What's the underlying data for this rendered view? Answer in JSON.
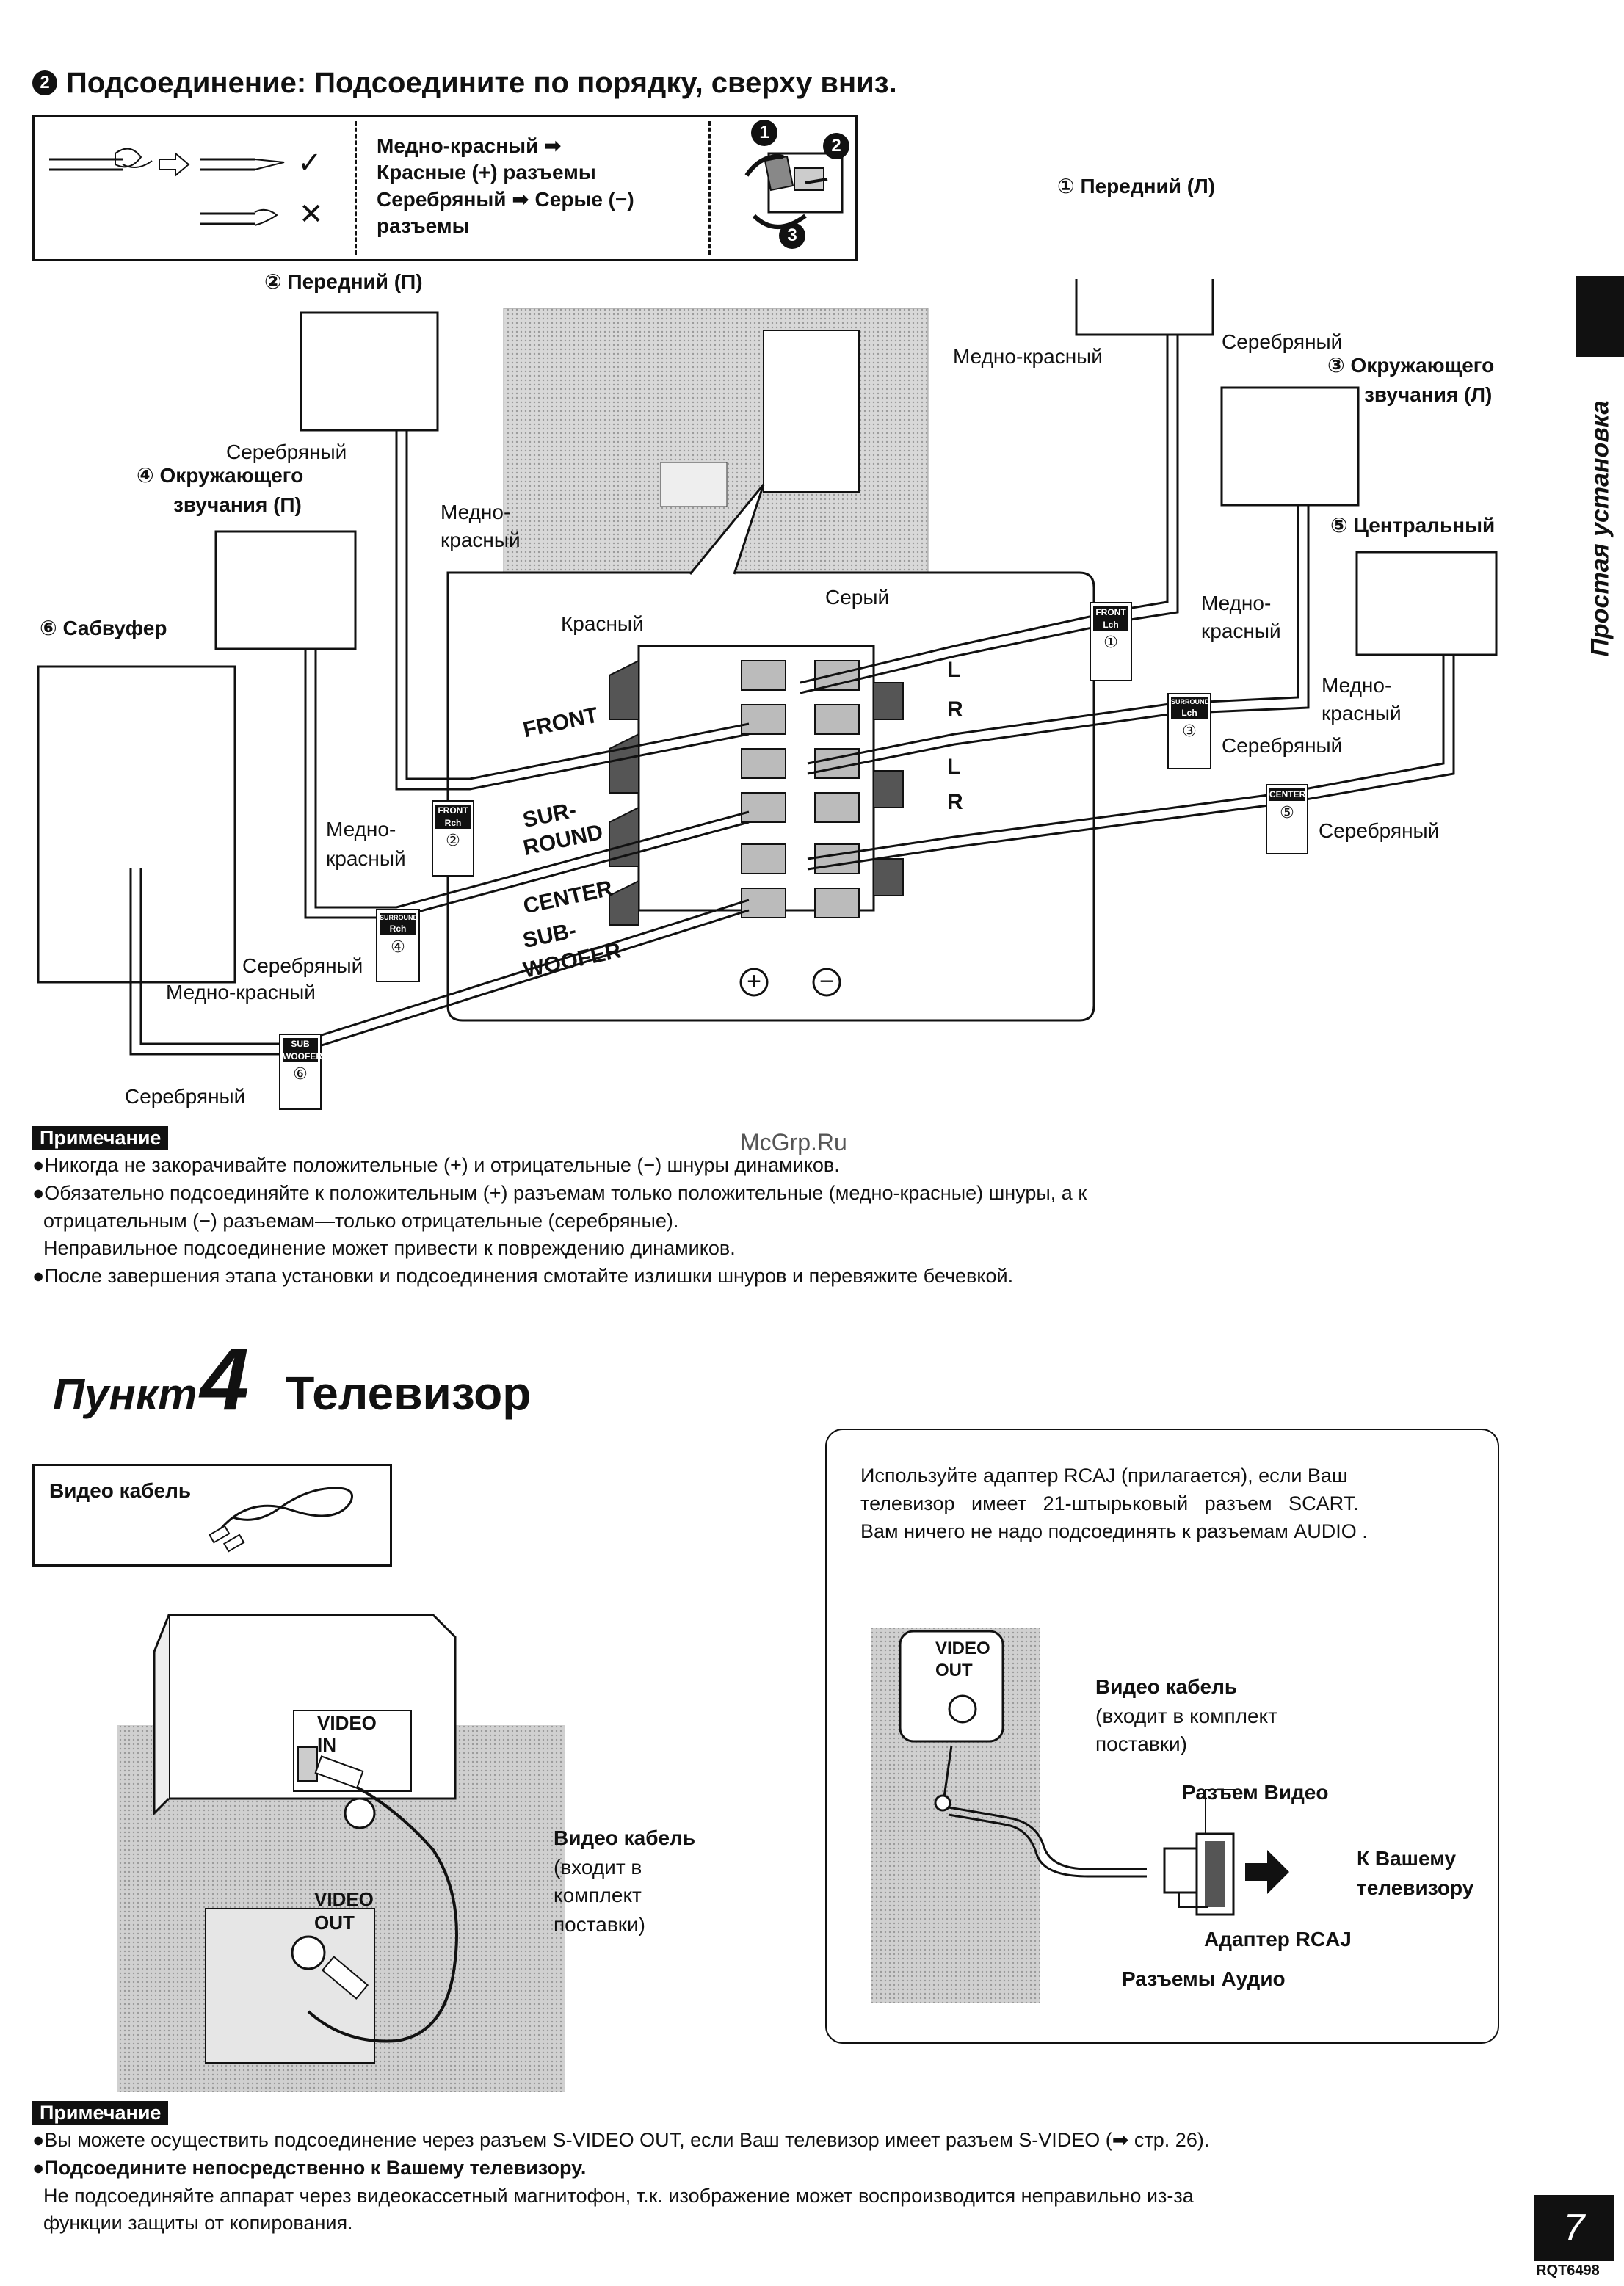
{
  "header": {
    "step_badge": "2",
    "title": "Подсоединение: Подсоедините по порядку, сверху вниз."
  },
  "instructions_box": {
    "line1": "Медно-красный ➡",
    "line2": "Красные (+) разъемы",
    "line3": "Серебряный ➡ Серые (−)",
    "line4": "разъемы",
    "check": "✓",
    "cross": "✕",
    "step_numbers": [
      "1",
      "2",
      "3"
    ]
  },
  "side_tab": "Простая установка",
  "speakers": {
    "front_left": "① Передний (Л)",
    "front_right": "② Передний (П)",
    "surround_left_1": "③ Окружающего",
    "surround_left_2": "звучания (Л)",
    "surround_right_1": "④ Окружающего",
    "surround_right_2": "звучания (П)",
    "center": "⑤ Центральный",
    "subwoofer": "⑥ Сабвуфер"
  },
  "wire_labels": {
    "copper": "Медно-красный",
    "copper_1": "Медно-",
    "copper_2": "красный",
    "silver": "Серебряный",
    "red": "Красный",
    "gray": "Серый"
  },
  "terminal_labels": {
    "front": "FRONT",
    "surround_1": "SUR-",
    "surround_2": "ROUND",
    "center": "CENTER",
    "subwoofer_1": "SUB-",
    "subwoofer_2": "WOOFER",
    "L": "L",
    "R": "R",
    "plus": "+",
    "minus": "−"
  },
  "cable_tags": {
    "front_lch": [
      "FRONT",
      "Lch",
      "①"
    ],
    "front_rch": [
      "FRONT",
      "Rch",
      "②"
    ],
    "surround_lch": [
      "SURROUND",
      "Lch",
      "③"
    ],
    "surround_rch": [
      "SURROUND",
      "Rch",
      "④"
    ],
    "center": [
      "CENTER",
      "",
      "⑤"
    ],
    "subwoofer": [
      "SUB",
      "WOOFER",
      "⑥"
    ]
  },
  "note1": {
    "tag": "Примечание",
    "items": [
      "●Никогда не закорачивайте положительные (+) и отрицательные (−) шнуры динамиков.",
      "●Обязательно подсоединяйте к положительным (+) разъемам только положительные (медно-красные) шнуры, а к",
      "  отрицательным (−) разъемам—только отрицательные (серебряные).",
      "  Неправильное подсоединение может привести к повреждению динамиков.",
      "●После завершения этапа установки и подсоединения смотайте излишки шнуров и перевяжите бечевкой."
    ]
  },
  "watermark": "McGrp.Ru",
  "section4": {
    "word": "Пункт",
    "number": "4",
    "title": "Телевизор"
  },
  "video_cable_box": "Видео кабель",
  "tv_diagram": {
    "video_in_1": "VIDEO",
    "video_in_2": "IN",
    "video_out_1": "VIDEO",
    "video_out_2": "OUT",
    "cable_1": "Видео кабель",
    "cable_2": "(входит в",
    "cable_3": "комплект",
    "cable_4": "поставки)"
  },
  "rcaj_box": {
    "text_1": "Используйте адаптер RCAJ (прилагается), если Ваш",
    "text_2": "телевизор   имеет   21-штырьковый   разъем   SCART.",
    "text_3": "Вам ничего не надо подсоединять к разъемам AUDIO .",
    "video_out_1": "VIDEO",
    "video_out_2": "OUT",
    "cable_1": "Видео кабель",
    "cable_2": "(входит в комплект",
    "cable_3": "поставки)",
    "video_jack": "Разъем Видео",
    "to_tv_1": "К Вашему",
    "to_tv_2": "телевизору",
    "adapter": "Адаптер RCAJ",
    "audio_jacks": "Разъемы Аудио"
  },
  "note2": {
    "tag": "Примечание",
    "items": [
      "●Вы можете осуществить подсоединение через разъем S-VIDEO OUT, если Ваш телевизор имеет разъем S-VIDEO (➡ стр. 26).",
      "●Подсоедините непосредственно к Вашему телевизору.",
      "  Не подсоединяйте аппарат через видеокассетный магнитофон, т.к. изображение может воспроизводится неправильно из-за",
      "  функции защиты от копирования."
    ]
  },
  "page_number": "7",
  "doc_code": "RQT6498"
}
